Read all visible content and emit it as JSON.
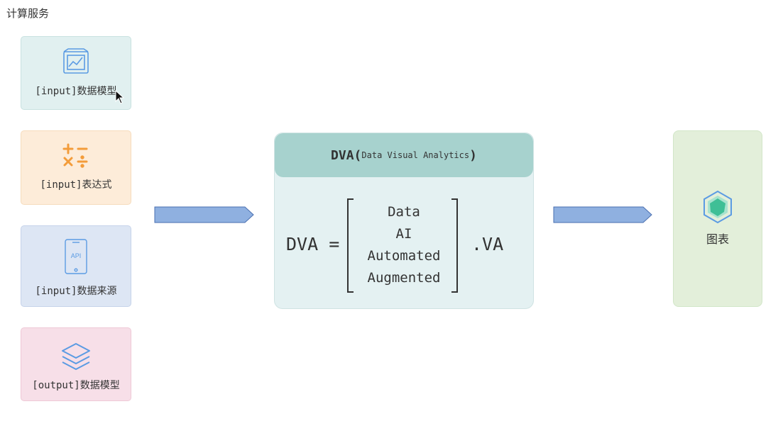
{
  "section_title": "计算服务",
  "inputs": [
    {
      "label": "[input]数据模型",
      "icon": "chart-frame-icon",
      "bg": "#e1f0f0",
      "border": "#c8e2e0"
    },
    {
      "label": "[input]表达式",
      "icon": "math-operators-icon",
      "bg": "#fdecd9",
      "border": "#f6dcbd"
    },
    {
      "label": "[input]数据来源",
      "icon": "phone-api-icon",
      "icon_text": "API",
      "bg": "#dde6f4",
      "border": "#c6d3ea"
    },
    {
      "label": "[output]数据模型",
      "icon": "layers-icon",
      "bg": "#f7dfe8",
      "border": "#eec8d6"
    }
  ],
  "dva": {
    "title_main": "DVA(",
    "title_sub": "Data Visual Analytics",
    "title_close": ")",
    "lhs": "DVA =",
    "matrix": [
      "Data",
      "AI",
      "Automated",
      "Augmented"
    ],
    "rhs": ".VA"
  },
  "output": {
    "label": "图表",
    "icon": "hexagon-chart-icon"
  },
  "colors": {
    "arrow_fill": "#8fb0e0",
    "arrow_stroke": "#4a6fb0",
    "icon_blue": "#5b9be3",
    "icon_orange": "#f39c3a",
    "hex_green": "#3fbf96"
  }
}
